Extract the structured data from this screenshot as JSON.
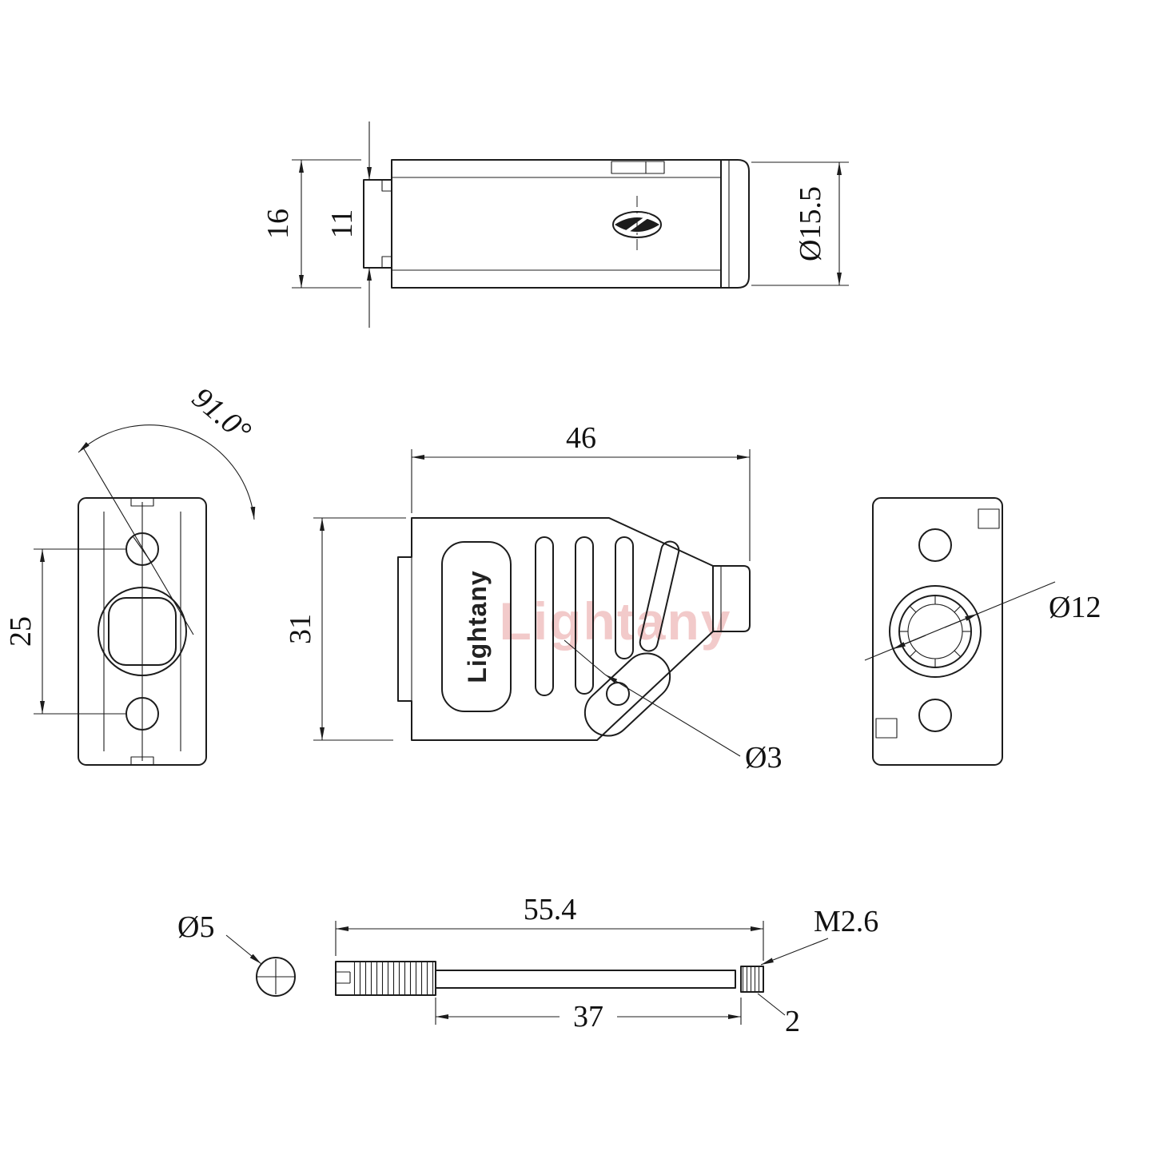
{
  "drawing": {
    "watermark": "Lightany",
    "top_view": {
      "dim_height": "16",
      "dim_opening": "11",
      "dim_cable_dia": "Ø15.5"
    },
    "front_view": {
      "dim_angle": "91.0°",
      "dim_hole_spacing": "25"
    },
    "side_view": {
      "logo": "Lightany",
      "dim_length": "46",
      "dim_height": "31",
      "dim_slot_dia": "Ø3"
    },
    "rear_view": {
      "dim_clamp_dia": "Ø12"
    },
    "screw": {
      "dim_head_dia": "Ø5",
      "dim_total_length": "55.4",
      "dim_shaft_length": "37",
      "dim_thread_spec": "M2.6",
      "dim_thread_tip": "2"
    }
  }
}
